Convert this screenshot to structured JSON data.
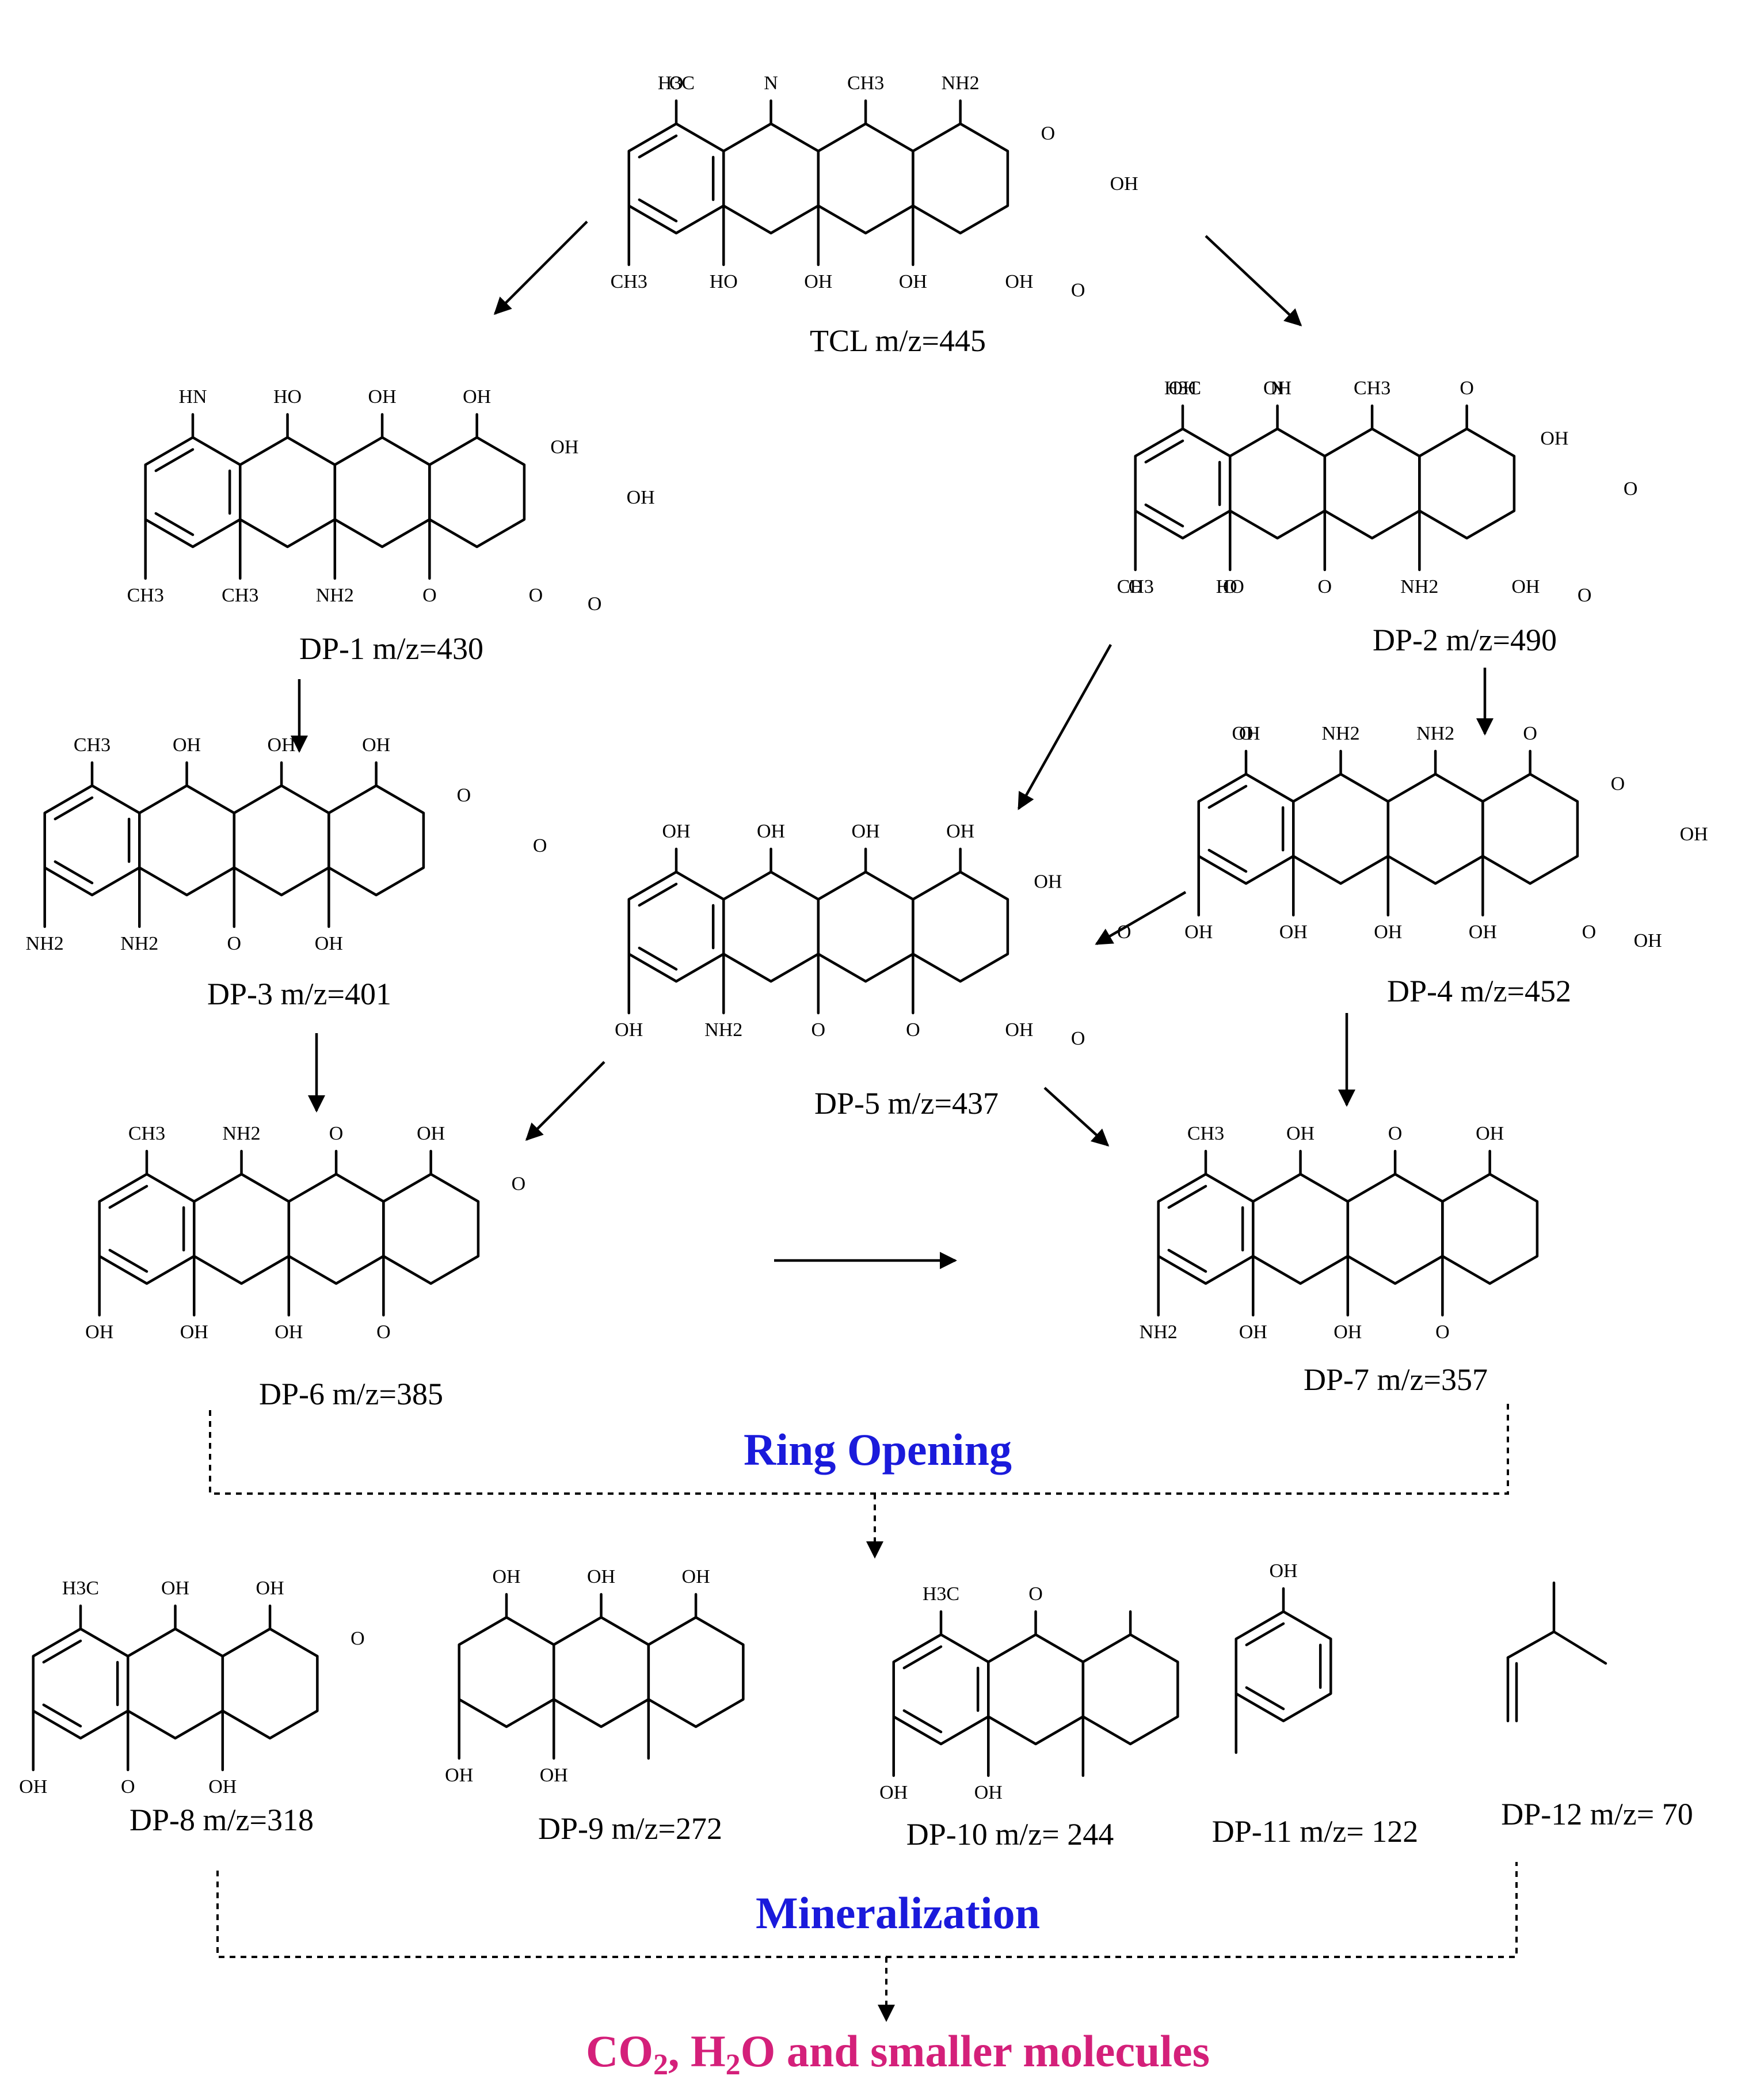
{
  "colors": {
    "stage": "#1a1adb",
    "final": "#d4207a",
    "ink": "#000000"
  },
  "compounds": [
    {
      "id": "TCL",
      "label": "TCL m/z=445",
      "atoms": [
        "H3C",
        "CH3",
        "N",
        "HO",
        "CH3",
        "OH",
        "NH2",
        "OH",
        "O",
        "OH",
        "OH",
        "O",
        "O"
      ]
    },
    {
      "id": "DP-1",
      "label": "DP-1 m/z=430",
      "atoms": [
        "HN",
        "CH3",
        "HO",
        "CH3",
        "OH",
        "NH2",
        "OH",
        "O",
        "OH",
        "OH",
        "O",
        "O"
      ]
    },
    {
      "id": "DP-2",
      "label": "DP-2 m/z=490",
      "atoms": [
        "H3C",
        "CH3",
        "N",
        "HO",
        "CH3",
        "O",
        "O",
        "NH2",
        "OH",
        "O",
        "OH",
        "O",
        "OH",
        "O",
        "OH",
        "O"
      ]
    },
    {
      "id": "DP-3",
      "label": "DP-3 m/z=401",
      "atoms": [
        "CH3",
        "NH2",
        "OH",
        "NH2",
        "OH",
        "O",
        "OH",
        "OH",
        "O",
        "O"
      ]
    },
    {
      "id": "DP-4",
      "label": "DP-4 m/z=452",
      "atoms": [
        "OH",
        "OH",
        "NH2",
        "OH",
        "NH2",
        "OH",
        "O",
        "OH",
        "O",
        "OH",
        "O",
        "OH",
        "O"
      ]
    },
    {
      "id": "DP-5",
      "label": "DP-5 m/z=437",
      "atoms": [
        "OH",
        "OH",
        "OH",
        "NH2",
        "OH",
        "O",
        "OH",
        "O",
        "OH",
        "O",
        "OH",
        "O"
      ]
    },
    {
      "id": "DP-6",
      "label": "DP-6 m/z=385",
      "atoms": [
        "CH3",
        "OH",
        "NH2",
        "OH",
        "O",
        "OH",
        "OH",
        "O",
        "O"
      ]
    },
    {
      "id": "DP-7",
      "label": "DP-7 m/z=357",
      "atoms": [
        "CH3",
        "NH2",
        "OH",
        "OH",
        "O",
        "OH",
        "OH",
        "O"
      ]
    },
    {
      "id": "DP-8",
      "label": "DP-8 m/z=318",
      "atoms": [
        "H3C",
        "OH",
        "OH",
        "O",
        "OH",
        "OH",
        "O"
      ]
    },
    {
      "id": "DP-9",
      "label": "DP-9 m/z=272",
      "atoms": [
        "OH",
        "OH",
        "OH",
        "OH",
        "OH"
      ]
    },
    {
      "id": "DP-10",
      "label": "DP-10 m/z= 244",
      "atoms": [
        "H3C",
        "OH",
        "O",
        "OH"
      ]
    },
    {
      "id": "DP-11",
      "label": "DP-11 m/z= 122",
      "atoms": [
        "OH"
      ]
    },
    {
      "id": "DP-12",
      "label": "DP-12 m/z= 70",
      "atoms": []
    }
  ],
  "stages": {
    "ring_opening": "Ring Opening",
    "mineralization": "Mineralization",
    "final_main": "CO",
    "final_sub1": "2",
    "final_mid": ", H",
    "final_sub2": "2",
    "final_tail": "O and smaller molecules"
  }
}
